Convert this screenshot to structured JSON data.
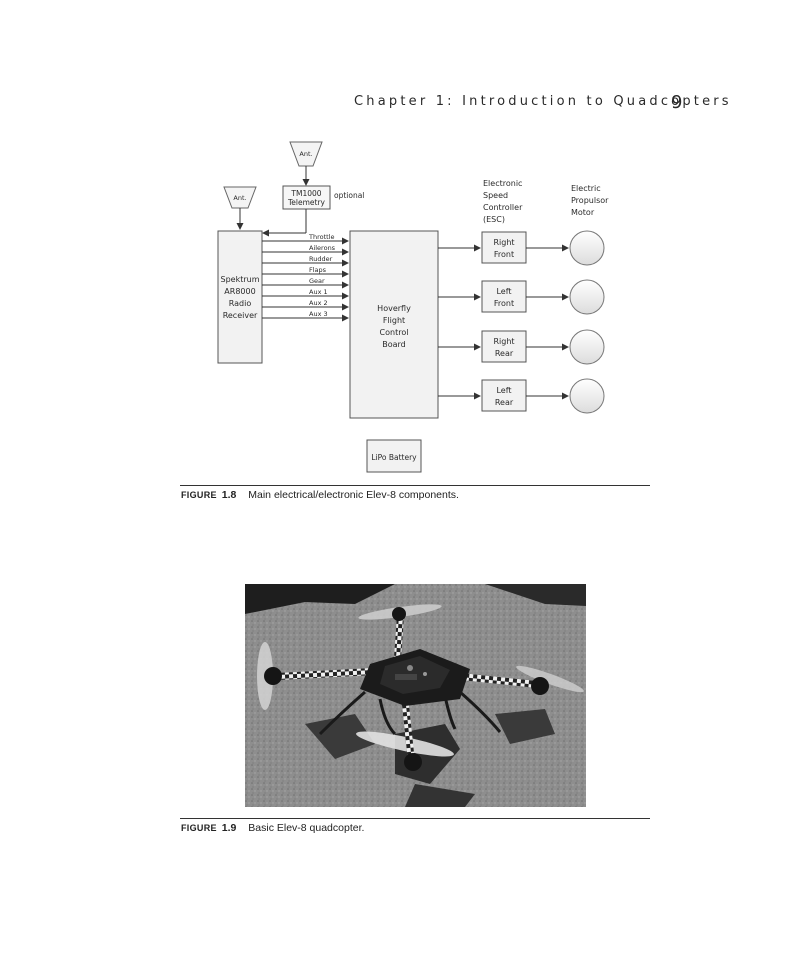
{
  "header": {
    "chapter_title": "Chapter 1: Introduction to Quadcopters",
    "page_number": "9"
  },
  "diagram": {
    "antenna_top_label": "Ant.",
    "antenna_left_label": "Ant.",
    "telemetry_line1": "TM1000",
    "telemetry_line2": "Telemetry",
    "optional_label": "optional",
    "receiver_lines": [
      "Spektrum",
      "AR8000",
      "Radio",
      "Receiver"
    ],
    "channels": [
      "Throttle",
      "Ailerons",
      "Rudder",
      "Flaps",
      "Gear",
      "Aux 1",
      "Aux 2",
      "Aux 3"
    ],
    "board_lines": [
      "Hoverfly",
      "Flight",
      "Control",
      "Board"
    ],
    "esc_header_lines": [
      "Electronic",
      "Speed",
      "Controller",
      "(ESC)"
    ],
    "motor_header_lines": [
      "Electric",
      "Propulsor",
      "Motor"
    ],
    "escs": [
      {
        "line1": "Right",
        "line2": "Front"
      },
      {
        "line1": "Left",
        "line2": "Front"
      },
      {
        "line1": "Right",
        "line2": "Rear"
      },
      {
        "line1": "Left",
        "line2": "Rear"
      }
    ],
    "battery_label": "LiPo Battery"
  },
  "figure_1_8": {
    "label_small": "FIGURE",
    "number": "1.8",
    "caption": "Main electrical/electronic Elev-8 components."
  },
  "figure_1_9": {
    "label_small": "FIGURE",
    "number": "1.9",
    "caption": "Basic Elev-8 quadcopter."
  },
  "colors": {
    "box_fill": "#f2f2f2",
    "box_stroke": "#555555",
    "photo_ground": "#8a8a8a"
  }
}
